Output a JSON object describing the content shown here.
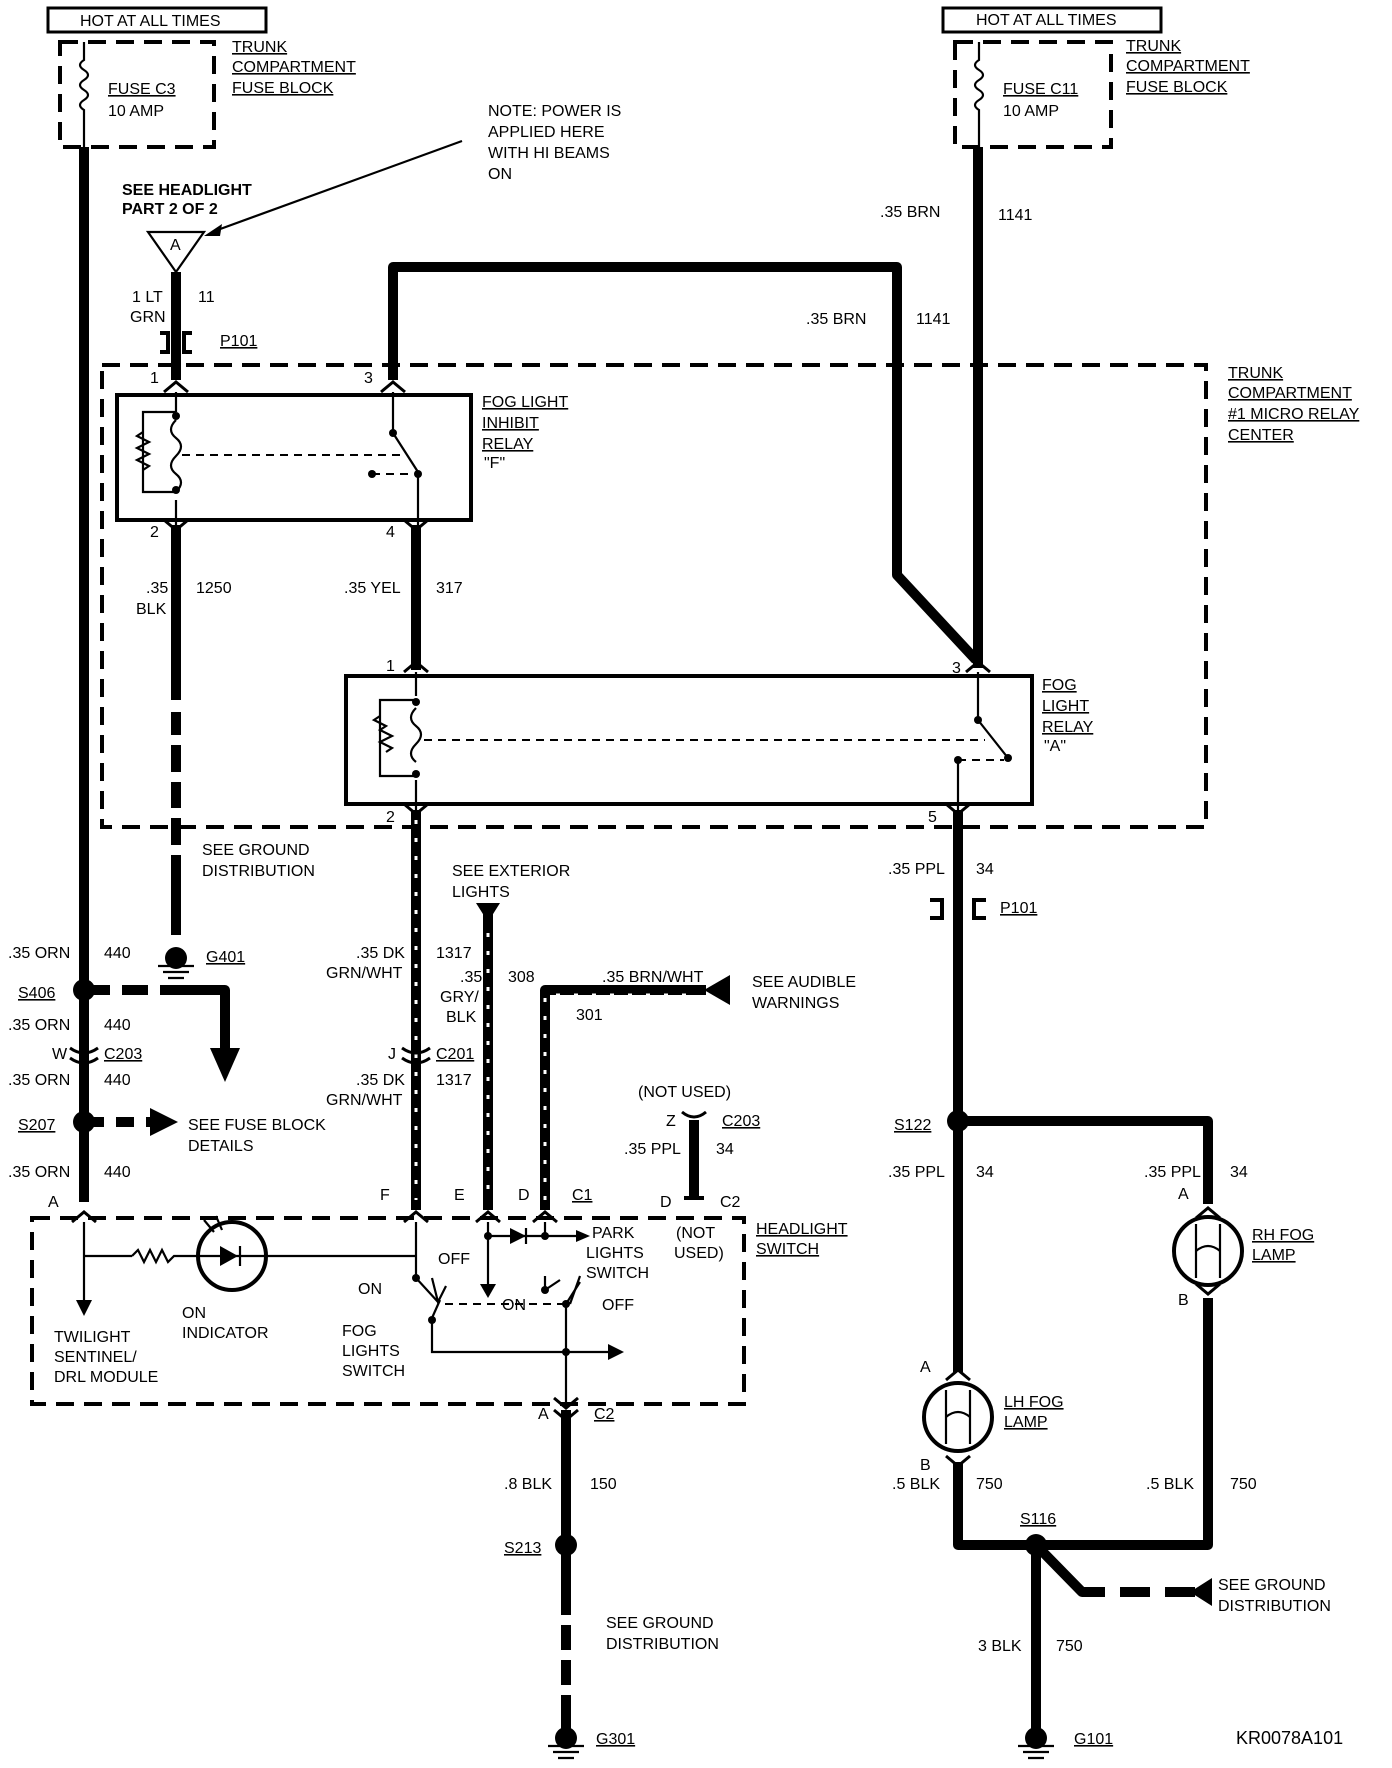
{
  "fuse_c3": {
    "hot_label": "HOT AT ALL TIMES",
    "name": "FUSE C3",
    "rating": "10 AMP",
    "location": [
      "TRUNK",
      "COMPARTMENT",
      "FUSE BLOCK"
    ]
  },
  "fuse_c11": {
    "hot_label": "HOT AT ALL TIMES",
    "name": "FUSE C11",
    "rating": "10 AMP",
    "location": [
      "TRUNK",
      "COMPARTMENT",
      "FUSE BLOCK"
    ]
  },
  "note_power": [
    "NOTE: POWER IS",
    "APPLIED HERE",
    "WITH HI BEAMS",
    "ON"
  ],
  "see_headlight": [
    "SEE HEADLIGHT",
    "PART 2 OF 2"
  ],
  "connector_a": "A",
  "relay_center": [
    "TRUNK",
    "COMPARTMENT",
    "#1 MICRO RELAY",
    "CENTER"
  ],
  "inhibit_relay": {
    "lines": [
      "FOG LIGHT",
      "INHIBIT",
      "RELAY"
    ],
    "id": "\"F\""
  },
  "fog_relay": {
    "lines": [
      "FOG",
      "LIGHT",
      "RELAY"
    ],
    "id": "\"A\""
  },
  "wires": {
    "w_11_a": "1 LT",
    "w_11_b": "GRN",
    "w_11_c": "11",
    "p101_left": "P101",
    "w_1141_top_a": ".35 BRN",
    "w_1141_top_b": "1141",
    "w_1141_mid_a": ".35 BRN",
    "w_1141_mid_b": "1141",
    "w_1250_a": ".35",
    "w_1250_b": "BLK",
    "w_1250_c": "1250",
    "w_317_a": ".35 YEL",
    "w_317_b": "317",
    "w_34_top_a": ".35 PPL",
    "w_34_top_b": "34",
    "p101_right": "P101",
    "w_440_1a": ".35 ORN",
    "w_440_1b": "440",
    "w_440_2a": ".35 ORN",
    "w_440_2b": "440",
    "w_440_3a": ".35 ORN",
    "w_440_3b": "440",
    "w_440_4a": ".35 ORN",
    "w_440_4b": "440",
    "w_1317_1a": ".35 DK",
    "w_1317_1b": "GRN/WHT",
    "w_1317_1c": "1317",
    "w_1317_2a": ".35 DK",
    "w_1317_2b": "GRN/WHT",
    "w_1317_2c": "1317",
    "w_308_a": ".35",
    "w_308_b": "GRY/",
    "w_308_c": "BLK",
    "w_308_d": "308",
    "w_301_a": ".35 BRN/WHT",
    "w_301_b": "301",
    "w_34_c203_a": ".35 PPL",
    "w_34_c203_b": "34",
    "w_34_s122_a": ".35 PPL",
    "w_34_s122_b": "34",
    "w_34_rh_a": ".35 PPL",
    "w_34_rh_b": "34",
    "w_150_a": ".8 BLK",
    "w_150_b": "150",
    "w_750_l_a": ".5 BLK",
    "w_750_l_b": "750",
    "w_750_r_a": ".5 BLK",
    "w_750_r_b": "750",
    "w_750_g_a": "3 BLK",
    "w_750_g_b": "750"
  },
  "pins": {
    "r1_1": "1",
    "r1_2": "2",
    "r1_3": "3",
    "r1_4": "4",
    "r2_1": "1",
    "r2_2": "2",
    "r2_3": "3",
    "r2_5": "5",
    "c203_w": "W",
    "c203_w_name": "C203",
    "c201_j": "J",
    "c201_name": "C201",
    "c203_z": "Z",
    "c203_z_name": "C203",
    "hs_a": "A",
    "hs_f": "F",
    "hs_e": "E",
    "hs_d": "D",
    "hs_c1": "C1",
    "hs_d2": "D",
    "hs_c2": "C2",
    "c2_a": "A",
    "c2_name": "C2",
    "rh_a": "A",
    "rh_b": "B",
    "lh_a": "A",
    "lh_b": "B"
  },
  "splices": {
    "s406": "S406",
    "s207": "S207",
    "s122": "S122",
    "s213": "S213",
    "s116": "S116"
  },
  "grounds": {
    "g401": "G401",
    "g301": "G301",
    "g101": "G101"
  },
  "refs": {
    "ground_dist_1": [
      "SEE GROUND",
      "DISTRIBUTION"
    ],
    "exterior_lights": [
      "SEE EXTERIOR",
      "LIGHTS"
    ],
    "audible_warnings": [
      "SEE AUDIBLE",
      "WARNINGS"
    ],
    "not_used_top": "(NOT USED)",
    "fuse_block_details": [
      "SEE FUSE BLOCK",
      "DETAILS"
    ],
    "ground_dist_2": [
      "SEE GROUND",
      "DISTRIBUTION"
    ],
    "ground_dist_3": [
      "SEE GROUND",
      "DISTRIBUTION"
    ]
  },
  "headlight_switch": {
    "name": [
      "HEADLIGHT",
      "SWITCH"
    ],
    "not_used": [
      "(NOT",
      "USED)"
    ],
    "park_switch": [
      "PARK",
      "LIGHTS",
      "SWITCH"
    ],
    "off_1": "OFF",
    "on_1": "ON",
    "on_2": "ON",
    "off_2": "OFF",
    "on_indicator": [
      "ON",
      "INDICATOR"
    ],
    "fog_switch": [
      "FOG",
      "LIGHTS",
      "SWITCH"
    ],
    "twilight": [
      "TWILIGHT",
      "SENTINEL/",
      "DRL MODULE"
    ]
  },
  "lamps": {
    "rh": [
      "RH FOG",
      "LAMP"
    ],
    "lh": [
      "LH FOG",
      "LAMP"
    ]
  },
  "diagram_code": "KR0078A101"
}
